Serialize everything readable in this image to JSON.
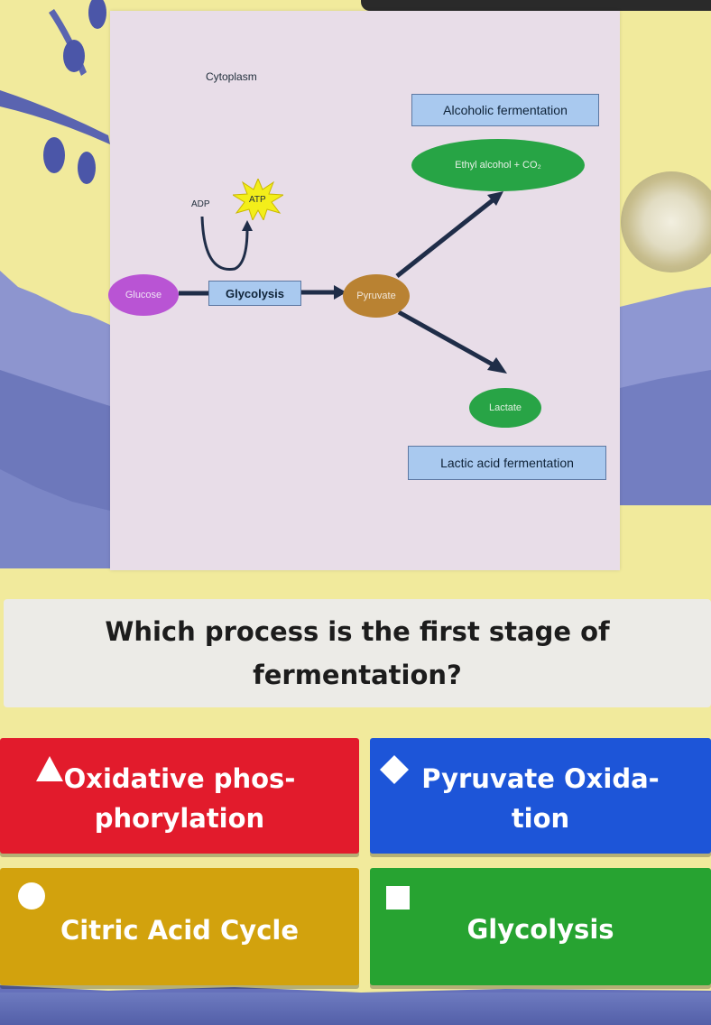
{
  "topbar": {
    "text": ""
  },
  "diagram": {
    "cytoplasm_label": "Cytoplasm",
    "alcoholic_label": "Alcoholic fermentation",
    "ethyl_label": "Ethyl alcohol + CO₂",
    "adp_label": "ADP",
    "atp_label": "ATP",
    "glucose_label": "Glucose",
    "glycolysis_label": "Glycolysis",
    "pyruvate_label": "Pyruvate",
    "lactate_label": "Lactate",
    "lactic_label": "Lactic acid fermentation"
  },
  "question": {
    "text": "Which process is the first stage of fermentation?"
  },
  "answers": [
    {
      "shape": "triangle-icon",
      "label": "Oxidative phos- phorylation",
      "color": "#e21b2c"
    },
    {
      "shape": "diamond-icon",
      "label": "Pyruvate Oxida- tion",
      "color": "#1d55d8"
    },
    {
      "shape": "circle-icon",
      "label": "Citric Acid Cycle",
      "color": "#d2a20d"
    },
    {
      "shape": "square-icon",
      "label": "Glycolysis",
      "color": "#27a331"
    }
  ]
}
